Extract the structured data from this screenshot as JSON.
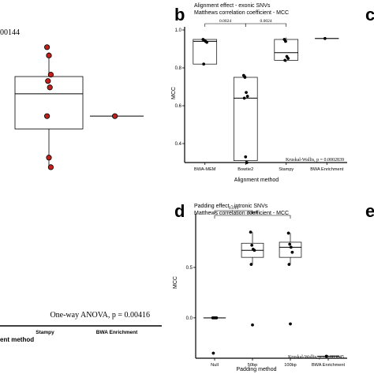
{
  "panels": {
    "a": {
      "p_value_partial": "00144",
      "stat_note": "One-way ANOVA, p = 0.00416",
      "x_tick_labels": [
        "Stampy",
        "BWA Enrichment"
      ],
      "x_axis_label_partial": "ent method",
      "chart_data": {
        "type": "box",
        "categories": [
          "Stampy",
          "BWA Enrichment"
        ],
        "boxes": [
          {
            "category": "Stampy",
            "min": 0.71,
            "q1": 0.77,
            "median": 0.825,
            "q3": 0.852,
            "max": 0.89
          },
          {
            "category": "BWA Enrichment",
            "min": 0.79,
            "q1": 0.79,
            "median": 0.79,
            "q3": 0.79,
            "max": 0.79
          }
        ],
        "points": [
          {
            "category": "Stampy",
            "values": [
              0.898,
              0.885,
              0.855,
              0.845,
              0.835,
              0.79,
              0.725,
              0.71
            ]
          },
          {
            "category": "BWA Enrichment",
            "values": [
              0.79
            ]
          }
        ],
        "point_color": "#c0201a"
      }
    },
    "b": {
      "letter": "b",
      "title_line1": "Alignment effect - exonic SNVs",
      "title_line2": "Matthews correlation coefficient - MCC",
      "stat_note": "Kruskal-Wallis, p = 0.0002839",
      "comparison_labels": [
        "0.0024",
        "0.0024"
      ],
      "chart_data": {
        "type": "box",
        "xlabel": "Alignment method",
        "ylabel": "MCC",
        "ylim": [
          0.3,
          1.0
        ],
        "y_ticks": [
          0.4,
          0.6,
          0.8,
          1.0
        ],
        "y_tick_labels": [
          "0.4",
          "0.6",
          "0.8",
          "1.0"
        ],
        "categories": [
          "BWA-MEM",
          "Bowtie2",
          "Stampy",
          "BWA Enrichment"
        ],
        "boxes": [
          {
            "category": "BWA-MEM",
            "min": 0.82,
            "q1": 0.82,
            "median": 0.94,
            "q3": 0.95,
            "max": 0.95
          },
          {
            "category": "Bowtie2",
            "min": 0.3,
            "q1": 0.31,
            "median": 0.64,
            "q3": 0.75,
            "max": 0.76
          },
          {
            "category": "Stampy",
            "min": 0.83,
            "q1": 0.84,
            "median": 0.88,
            "q3": 0.95,
            "max": 0.96
          },
          {
            "category": "BWA Enrichment",
            "min": 0.955,
            "q1": 0.955,
            "median": 0.955,
            "q3": 0.955,
            "max": 0.955
          }
        ],
        "points": [
          {
            "category": "BWA-MEM",
            "values": [
              0.95,
              0.945,
              0.94,
              0.935,
              0.82
            ]
          },
          {
            "category": "Bowtie2",
            "values": [
              0.76,
              0.75,
              0.67,
              0.65,
              0.64,
              0.33,
              0.3
            ]
          },
          {
            "category": "Stampy",
            "values": [
              0.95,
              0.94,
              0.86,
              0.85,
              0.84
            ]
          },
          {
            "category": "BWA Enrichment",
            "values": [
              0.955
            ]
          }
        ],
        "comparisons": [
          {
            "from": "BWA-MEM",
            "to": "Bowtie2",
            "label": "0.0024"
          },
          {
            "from": "Bowtie2",
            "to": "Stampy",
            "label": "0.0024"
          }
        ]
      }
    },
    "c": {
      "letter": "c"
    },
    "d": {
      "letter": "d",
      "title_line1": "Padding effect - intronic SNVs",
      "title_line2": "Matthews correlation coefficient - MCC",
      "stat_note": "Kruskal-Wallis, p = 0.003845",
      "comparison_labels": [
        "0.019",
        "0.019"
      ],
      "chart_data": {
        "type": "box",
        "xlabel": "Padding method",
        "ylabel": "MCC",
        "ylim": [
          -0.4,
          1.0
        ],
        "y_ticks": [
          0.0,
          0.5
        ],
        "y_tick_labels": [
          "0.0",
          "0.5"
        ],
        "categories": [
          "Null",
          "50bp",
          "100bp",
          "BWA Enrichment"
        ],
        "boxes": [
          {
            "category": "Null",
            "min": 0.0,
            "q1": 0.0,
            "median": 0.0,
            "q3": 0.0,
            "max": 0.0
          },
          {
            "category": "50bp",
            "min": 0.53,
            "q1": 0.6,
            "median": 0.67,
            "q3": 0.74,
            "max": 0.85
          },
          {
            "category": "100bp",
            "min": 0.53,
            "q1": 0.6,
            "median": 0.7,
            "q3": 0.75,
            "max": 0.84
          },
          {
            "category": "BWA Enrichment",
            "min": -0.38,
            "q1": -0.38,
            "median": -0.38,
            "q3": -0.38,
            "max": -0.38
          }
        ],
        "points": [
          {
            "category": "Null",
            "values": [
              0.0,
              0.0,
              0.0,
              0.0,
              -0.35
            ]
          },
          {
            "category": "50bp",
            "values": [
              0.85,
              0.72,
              0.68,
              0.67,
              0.53,
              -0.07
            ]
          },
          {
            "category": "100bp",
            "values": [
              0.84,
              0.73,
              0.7,
              0.65,
              0.53,
              -0.06
            ]
          },
          {
            "category": "BWA Enrichment",
            "values": [
              -0.38
            ]
          }
        ],
        "comparisons": [
          {
            "from": "Null",
            "to": "50bp",
            "label": "0.019"
          },
          {
            "from": "Null",
            "to": "100bp",
            "label": "0.019"
          }
        ]
      }
    },
    "e": {
      "letter": "e"
    }
  }
}
